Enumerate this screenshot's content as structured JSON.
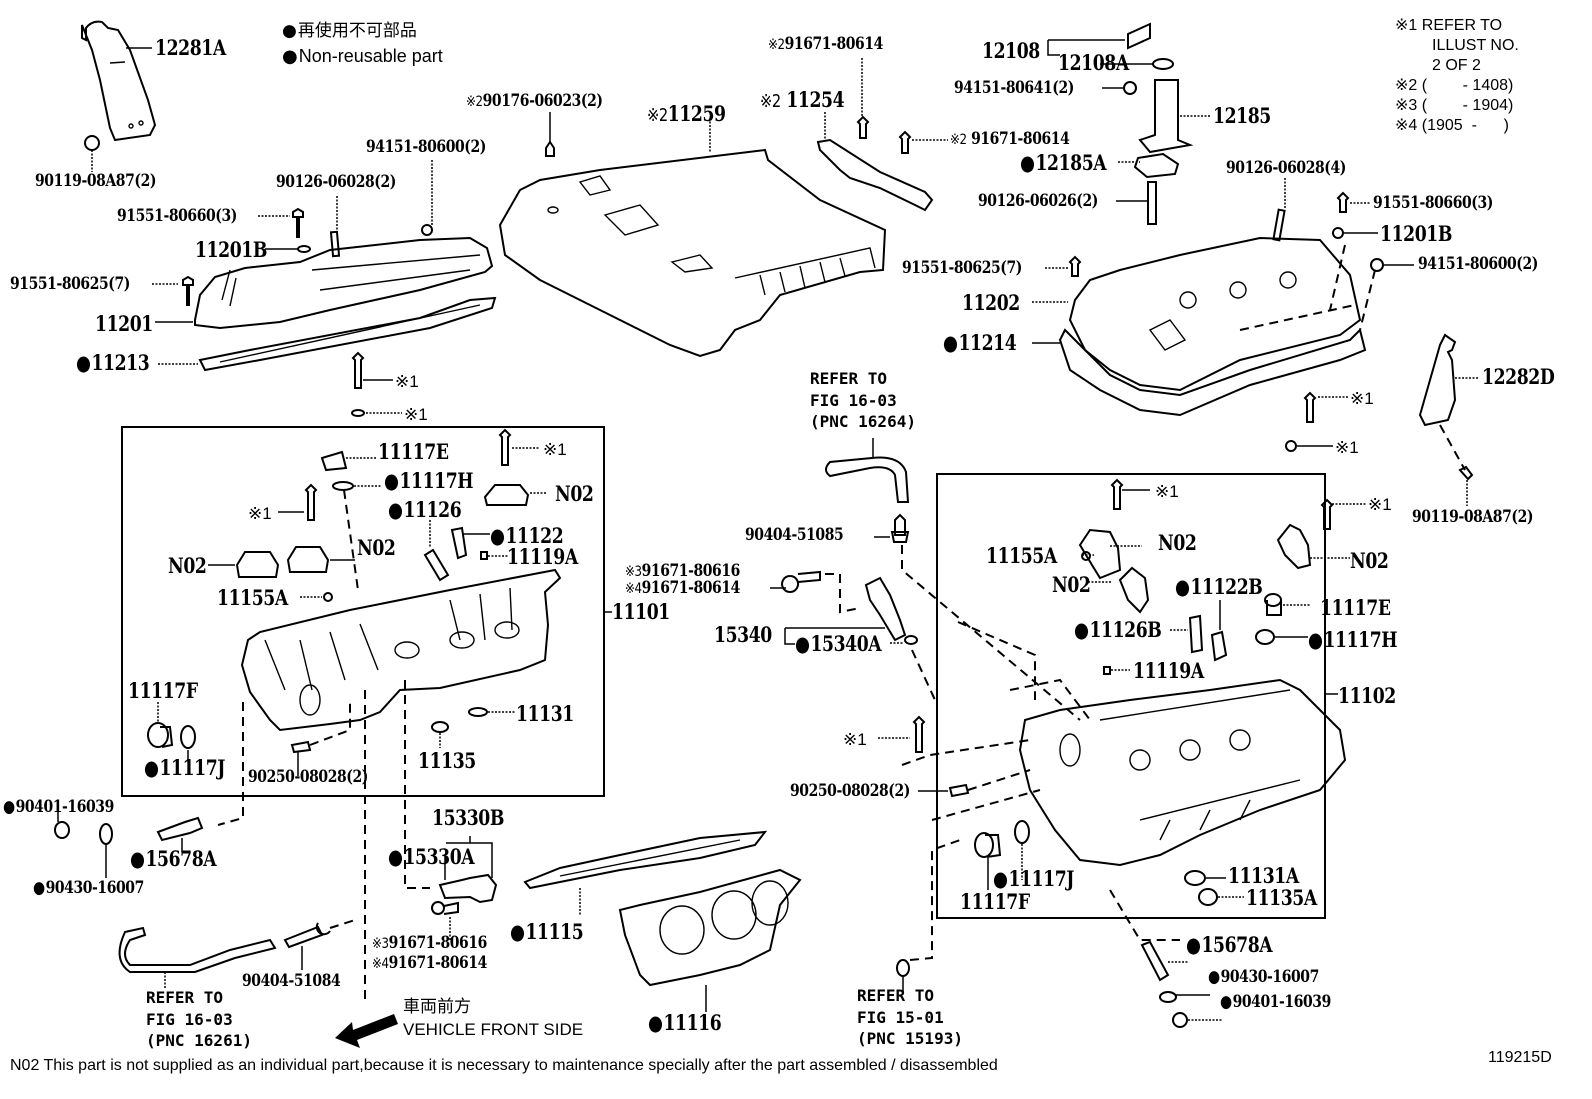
{
  "legend": {
    "non_reusable_ja": "再使用不可部品",
    "non_reusable_en": "Non-reusable part",
    "notes": [
      {
        "mark": "※1",
        "text": "REFER TO"
      },
      {
        "mark": "",
        "text": "ILLUST NO."
      },
      {
        "mark": "",
        "text": "2 OF 2"
      },
      {
        "mark": "※2",
        "text": "(        - 1408)"
      },
      {
        "mark": "※3",
        "text": "(        - 1904)"
      },
      {
        "mark": "※4",
        "text": "(1905  -      )"
      }
    ]
  },
  "labels": {
    "p12281A": "12281A",
    "p90119_l": "90119-08A87(2)",
    "p91551_660_l": "91551-80660(3)",
    "p90126_028_l": "90126-06028(2)",
    "p94151_600_l": "94151-80600(2)",
    "p11201B_l": "11201B",
    "p91551_625_l": "91551-80625(7)",
    "p11201": "11201",
    "p11213": "11213",
    "p90176": "90176-06023(2)",
    "p90176_mark": "※2",
    "p11259": "11259",
    "p11259_mark": "※2",
    "p11254": "11254",
    "p11254_mark": "※2",
    "p91671_614_top": "91671-80614",
    "p91671_614_top_mark": "※2",
    "p91671_614_mid": "91671-80614",
    "p91671_614_mid_mark": "※2",
    "p12108": "12108",
    "p12108A": "12108A",
    "p94151_641": "94151-80641(2)",
    "p12185": "12185",
    "p12185A": "12185A",
    "p90126_026": "90126-06026(2)",
    "p90126_028_r": "90126-06028(4)",
    "p91551_660_r": "91551-80660(3)",
    "p11201B_r": "11201B",
    "p94151_600_r": "94151-80600(2)",
    "p91551_625_r": "91551-80625(7)",
    "p11202": "11202",
    "p11214": "11214",
    "p12282D": "12282D",
    "p90119_r": "90119-08A87(2)",
    "ref1": "※1",
    "p11117E_l": "11117E",
    "p11117H_l": "11117H",
    "p11126": "11126",
    "p11122": "11122",
    "p11119A_l": "11119A",
    "n02": "N02",
    "p11155A_l": "11155A",
    "p11101": "11101",
    "p11117F_l": "11117F",
    "p11117J_l": "11117J",
    "p90250_l": "90250-08028(2)",
    "p11131": "11131",
    "p11135": "11135",
    "refer_top": "REFER TO\nFIG 16-03\n(PNC 16264)",
    "p90404_085": "90404-51085",
    "p91671_616_a_mark": "※3",
    "p91671_616_a": "91671-80616",
    "p91671_614_a_mark": "※4",
    "p91671_614_a": "91671-80614",
    "p15340": "15340",
    "p15340A": "15340A",
    "p11155A_r": "11155A",
    "p11122B": "11122B",
    "p11117E_r": "11117E",
    "p11126B": "11126B",
    "p11117H_r": "11117H",
    "p11119A_r": "11119A",
    "p11102": "11102",
    "p90250_r": "90250-08028(2)",
    "p11117J_r": "11117J",
    "p11117F_r": "11117F",
    "p11131A": "11131A",
    "p11135A": "11135A",
    "p15678A_r": "15678A",
    "p90430_r": "90430-16007",
    "p90401_r": "90401-16039",
    "p90401_l": "90401-16039",
    "p15678A_l": "15678A",
    "p90430_l": "90430-16007",
    "p15330B": "15330B",
    "p15330A": "15330A",
    "p91671_616_b_mark": "※3",
    "p91671_616_b": "91671-80616",
    "p91671_614_b_mark": "※4",
    "p91671_614_b": "91671-80614",
    "p11115": "11115",
    "p11116": "11116",
    "p90404_084": "90404-51084",
    "refer_bottom_left": "REFER TO\nFIG 16-03\n(PNC 16261)",
    "refer_bottom_mid": "REFER TO\nFIG 15-01\n(PNC 15193)"
  },
  "direction": {
    "ja": "車両前方",
    "en": "VEHICLE FRONT SIDE"
  },
  "footnote": "N02 This part is not supplied as an individual part,because it is necessary to maintenance specially after the part assembled / disassembled",
  "illustration_id": "119215D"
}
